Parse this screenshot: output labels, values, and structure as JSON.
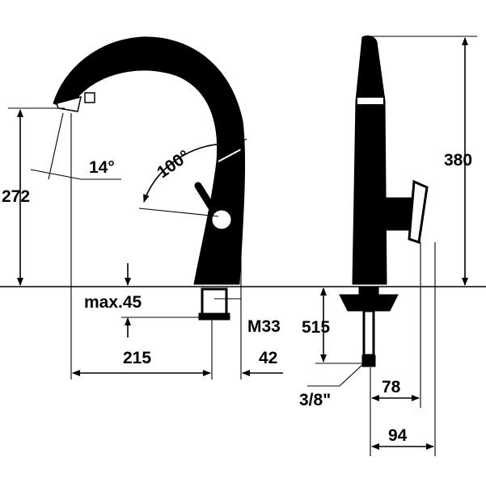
{
  "drawing": {
    "side_view": {
      "height_spout": "272",
      "spout_angle": "14°",
      "swivel_angle": "100°",
      "max_thickness": "max.45",
      "thread": "M33",
      "reach": "215",
      "base_offset": "42"
    },
    "front_view": {
      "total_height": "380",
      "hose_length": "515",
      "connection": "3/8\"",
      "lever_offset": "78",
      "lever_reach": "94"
    },
    "colors": {
      "ink": "#000000",
      "background": "#ffffff"
    }
  }
}
